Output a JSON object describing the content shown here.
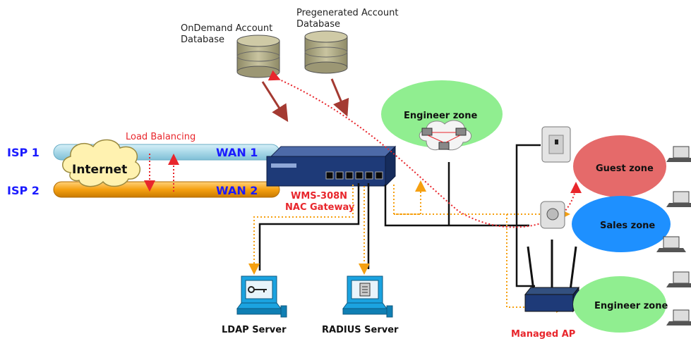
{
  "databases": {
    "ondemand": {
      "line1": "OnDemand Account",
      "line2": "Database"
    },
    "pregenerated": {
      "line1": "Pregenerated Account",
      "line2": "Database"
    }
  },
  "wan": {
    "isp1": "ISP 1",
    "isp2": "ISP 2",
    "wan1": "WAN 1",
    "wan2": "WAN 2",
    "internet": "Internet",
    "load_balancing": "Load Balancing"
  },
  "gateway": {
    "line1": "WMS-308N",
    "line2": "NAC Gateway"
  },
  "servers": {
    "ldap": "LDAP Server",
    "radius": "RADIUS Server"
  },
  "zones": {
    "engineer_top": "Engineer zone",
    "guest": "Guest zone",
    "sales": "Sales zone",
    "engineer_bottom": "Engineer zone"
  },
  "managed_ap": "Managed AP",
  "colors": {
    "isp_label": "#1a1aff",
    "red_label": "#e8262c",
    "wan1_pipe": "#a9d8e8",
    "wan2_pipe": "#f5a011",
    "engineer_zone": "#90ee90",
    "guest_zone": "#e56a6a",
    "sales_zone": "#1e90ff",
    "device": "#1e3a78",
    "db_body": "#b5b08a",
    "arrow_brown": "#a43a32",
    "orange_dotted": "#f5a011",
    "red_dotted": "#e8262c"
  }
}
